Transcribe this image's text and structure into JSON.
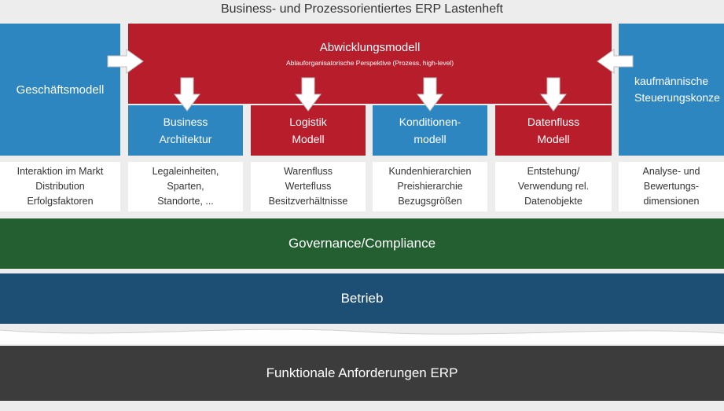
{
  "title": "Business- und Prozessorientiertes ERP Lastenheft",
  "left_box": {
    "label": "Geschäftsmodell"
  },
  "right_box": {
    "line1": "kaufmännische",
    "line2": "Steuerungskonze"
  },
  "top_box": {
    "title": "Abwicklungsmodell",
    "subtitle": "Ablauforganisatorische Perspektive (Prozess, high-level)"
  },
  "sub_boxes": [
    {
      "line1": "Business",
      "line2": "Architektur"
    },
    {
      "line1": "Logistik",
      "line2": "Modell"
    },
    {
      "line1": "Konditionen-",
      "line2": "modell"
    },
    {
      "line1": "Datenfluss",
      "line2": "Modell"
    }
  ],
  "descriptions": [
    [
      "Interaktion im Markt",
      "Distribution",
      "Erfolgsfaktoren"
    ],
    [
      "Legaleinheiten,",
      "Sparten,",
      "Standorte, ..."
    ],
    [
      "Warenfluss",
      "Wertefluss",
      "Besitzverhältnisse"
    ],
    [
      "Kundenhierarchien",
      "Preishierarchie",
      "Bezugsgrößen"
    ],
    [
      "Entstehung/",
      "Verwendung rel.",
      "Datenobjekte"
    ],
    [
      "Analyse- und",
      "Bewertungs-",
      "dimensionen"
    ]
  ],
  "bands": {
    "governance": "Governance/Compliance",
    "betrieb": "Betrieb",
    "funktional": "Funktionale Anforderungen ERP"
  },
  "colors": {
    "blue": "#2e86c1",
    "red": "#b81d2c",
    "green": "#235f30",
    "navy": "#1d4f75",
    "dark": "#3c3c3c"
  }
}
